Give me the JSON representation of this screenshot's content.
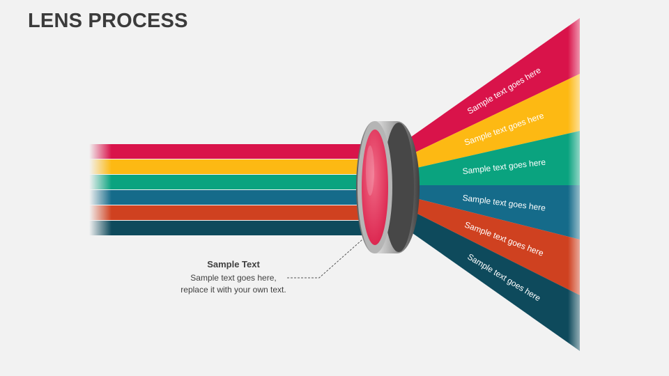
{
  "title": "LENS PROCESS",
  "colors": {
    "background": "#f2f2f2",
    "title": "#3b3b3b",
    "band_colors": [
      "#d9134a",
      "#fdb913",
      "#0aa37f",
      "#156b8a",
      "#cf4120",
      "#0e4a5c"
    ],
    "lens_face": "#e83a5e",
    "lens_rim": "#8a8a8a"
  },
  "callout": {
    "heading": "Sample Text",
    "body": "Sample text goes here, replace it with your own text."
  },
  "rays": [
    {
      "label": "Sample text goes here"
    },
    {
      "label": "Sample text goes here"
    },
    {
      "label": "Sample text goes here"
    },
    {
      "label": "Sample text goes here"
    },
    {
      "label": "Sample text goes here"
    },
    {
      "label": "Sample text goes here"
    }
  ]
}
